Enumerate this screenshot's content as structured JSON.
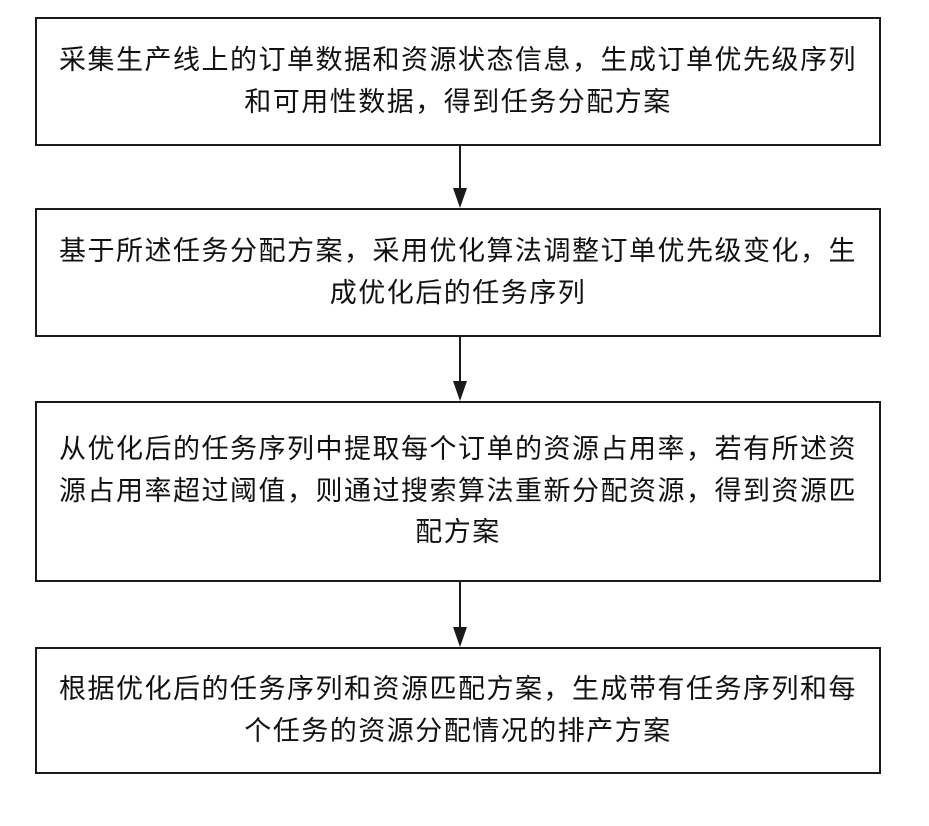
{
  "flowchart": {
    "steps": [
      {
        "text": "采集生产线上的订单数据和资源状态信息，生成订单优先级序列和可用性数据，得到任务分配方案"
      },
      {
        "text": "基于所述任务分配方案，采用优化算法调整订单优先级变化，生成优化后的任务序列"
      },
      {
        "text": "从优化后的任务序列中提取每个订单的资源占用率，若有所述资源占用率超过阈值，则通过搜索算法重新分配资源，得到资源匹配方案"
      },
      {
        "text": "根据优化后的任务序列和资源匹配方案，生成带有任务序列和每个任务的资源分配情况的排产方案"
      }
    ],
    "colors": {
      "border": "#1a1a1a",
      "arrow": "#1a1a1a",
      "background": "#ffffff"
    }
  }
}
